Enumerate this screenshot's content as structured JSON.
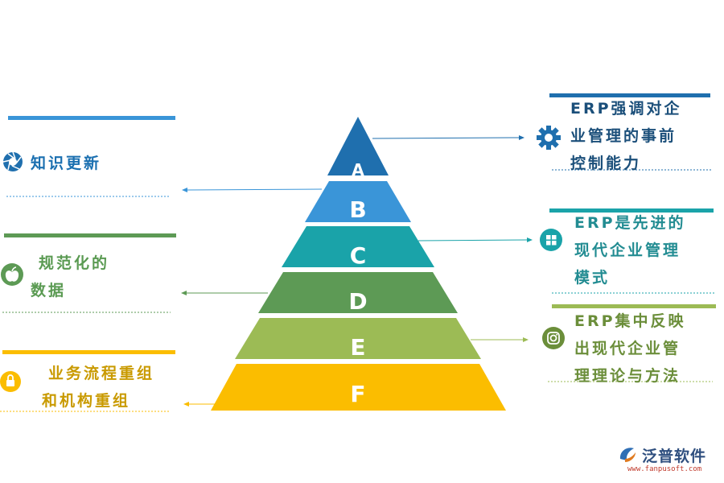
{
  "pyramid": {
    "levels": [
      {
        "letter": "A",
        "color": "#1f6fae"
      },
      {
        "letter": "B",
        "color": "#3a95d8"
      },
      {
        "letter": "C",
        "color": "#1aa3a9"
      },
      {
        "letter": "D",
        "color": "#5d9a55"
      },
      {
        "letter": "E",
        "color": "#9cbb55"
      },
      {
        "letter": "F",
        "color": "#fbbd00"
      }
    ]
  },
  "left_items": [
    {
      "lines": [
        "知识更新"
      ],
      "icon": "aperture-icon",
      "color": "#3a95d8"
    },
    {
      "lines": [
        "规范化的",
        "数据"
      ],
      "icon": "apple-icon",
      "color": "#5d9a55"
    },
    {
      "lines": [
        "业务流程重组",
        "和机构重组"
      ],
      "icon": "lock-icon",
      "color": "#fbbd00"
    }
  ],
  "right_items": [
    {
      "lines": [
        "ERP强调对企",
        "业管理的事前",
        "控制能力"
      ],
      "icon": "gear-icon",
      "color": "#1f6fae"
    },
    {
      "lines": [
        "ERP是先进的",
        "现代企业管理",
        "模式"
      ],
      "icon": "windows-icon",
      "color": "#1aa3a9"
    },
    {
      "lines": [
        "ERP集中反映",
        "出现代企业管",
        "理理论与方法"
      ],
      "icon": "instagram-icon",
      "color": "#9cbb55"
    }
  ],
  "watermark": {
    "brand": "泛普软件",
    "url": "www.fanpusoft.com"
  }
}
